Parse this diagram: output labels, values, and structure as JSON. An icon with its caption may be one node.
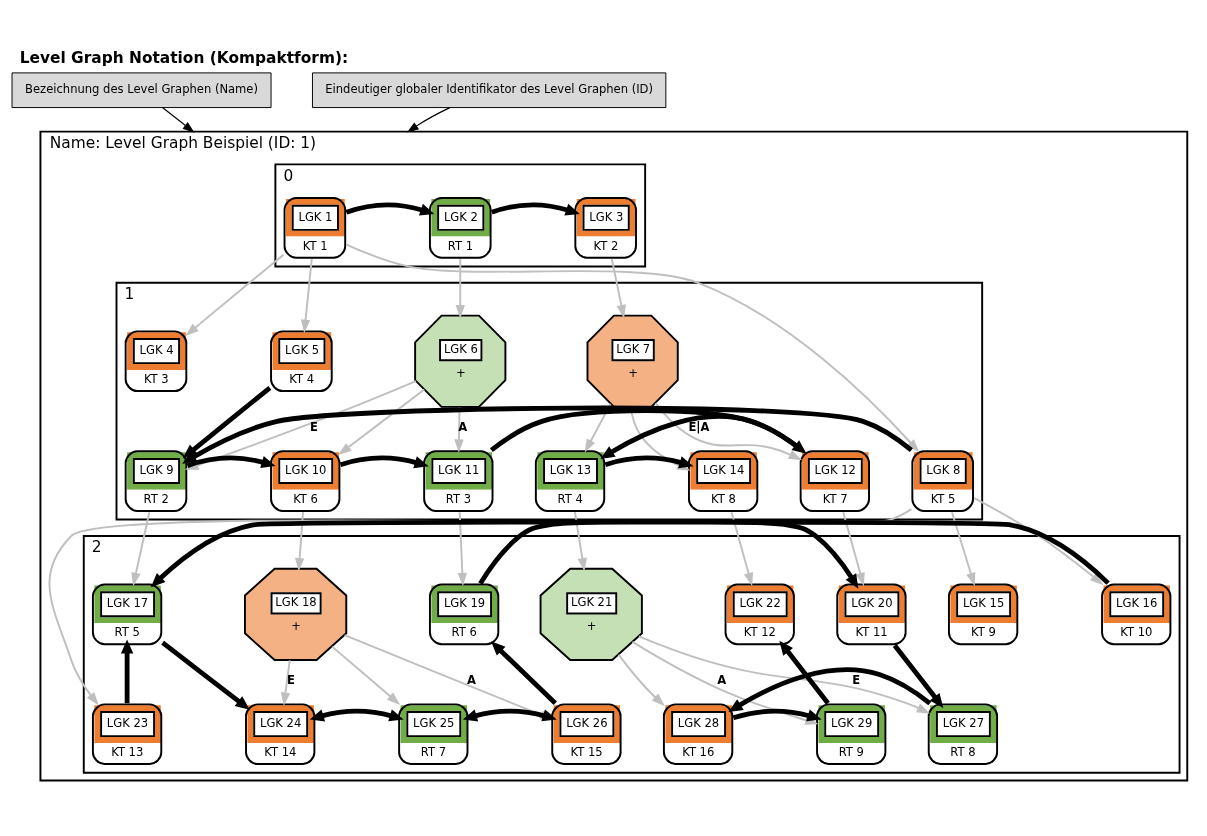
{
  "diagram": {
    "title": "Level Graph Notation (Kompaktform):",
    "nodes": [
      {
        "text": [
          "Bezeichnung des Level Graphen (Name)"
        ]
      },
      {
        "text": [
          "Eindeutiger globaler Identifikator des Level Graphen (ID)"
        ]
      },
      {
        "text": [
          "Name: Level Graph Beispiel (ID: 1)"
        ]
      },
      {
        "text": [
          "0"
        ],
        "in": 2
      },
      {
        "text": [
          "1"
        ],
        "in": 2
      },
      {
        "text": [
          "2"
        ],
        "in": 2
      },
      {
        "text": [
          "LGK 1",
          "KT 1"
        ],
        "in": 3
      },
      {
        "text": [
          "LGK 2",
          "RT 1"
        ],
        "in": 3
      },
      {
        "text": [
          "LGK 3",
          "KT 2"
        ],
        "in": 3
      },
      {
        "text": [
          "LGK 4",
          "KT 3"
        ],
        "in": 4
      },
      {
        "text": [
          "LGK 5",
          "KT 4"
        ],
        "in": 4
      },
      {
        "text": [
          "LGK 6",
          "+"
        ],
        "in": 4
      },
      {
        "text": [
          "LGK 7",
          "+"
        ],
        "in": 4
      },
      {
        "text": [
          "LGK 8",
          "KT 5"
        ],
        "in": 4
      },
      {
        "text": [
          "LGK 9",
          "RT 2"
        ],
        "in": 4
      },
      {
        "text": [
          "LGK 10",
          "KT 6"
        ],
        "in": 4
      },
      {
        "text": [
          "LGK 11",
          "RT 3"
        ],
        "in": 4
      },
      {
        "text": [
          "LGK 12",
          "KT 7"
        ],
        "in": 4
      },
      {
        "text": [
          "LGK 13",
          "RT 4"
        ],
        "in": 4
      },
      {
        "text": [
          "LGK 14",
          "KT 8"
        ],
        "in": 4
      },
      {
        "text": [
          "LGK 15",
          "KT 9"
        ],
        "in": 5
      },
      {
        "text": [
          "LGK 16",
          "KT 10"
        ],
        "in": 5
      },
      {
        "text": [
          "LGK 17",
          "RT 5"
        ],
        "in": 5
      },
      {
        "text": [
          "LGK 18",
          "+"
        ],
        "in": 5
      },
      {
        "text": [
          "LGK 19",
          "RT 6"
        ],
        "in": 5
      },
      {
        "text": [
          "LGK 20",
          "KT 11"
        ],
        "in": 5
      },
      {
        "text": [
          "LGK 21",
          "+"
        ],
        "in": 5
      },
      {
        "text": [
          "LGK 22",
          "KT 12"
        ],
        "in": 5
      },
      {
        "text": [
          "LGK 23",
          "KT 13"
        ],
        "in": 5
      },
      {
        "text": [
          "LGK 24",
          "KT 14"
        ],
        "in": 5
      },
      {
        "text": [
          "LGK 25",
          "RT 7"
        ],
        "in": 5
      },
      {
        "text": [
          "LGK 26",
          "KT 15"
        ],
        "in": 5
      },
      {
        "text": [
          "LGK 27",
          "RT 8"
        ],
        "in": 5
      },
      {
        "text": [
          "LGK 28",
          "KT 16"
        ],
        "in": 5
      },
      {
        "text": [
          "LGK 29",
          "RT 9"
        ],
        "in": 5
      }
    ],
    "edges": [
      {
        "from": 0,
        "to": 2,
        "arrow": "to",
        "color": "#000000"
      },
      {
        "from": 1,
        "to": 2,
        "arrow": "to",
        "color": "#000000"
      },
      {
        "from": 6,
        "to": 7,
        "arrow": "to",
        "style": "thick",
        "color": "#000000"
      },
      {
        "from": 7,
        "to": 8,
        "arrow": "to",
        "style": "thick",
        "color": "#000000"
      },
      {
        "from": 6,
        "to": 9,
        "arrow": "to"
      },
      {
        "from": 6,
        "to": 13,
        "arrow": "to"
      },
      {
        "from": 6,
        "to": 10,
        "arrow": "to"
      },
      {
        "from": 7,
        "to": 11,
        "arrow": "to"
      },
      {
        "from": 8,
        "to": 12,
        "arrow": "to"
      },
      {
        "from": 10,
        "to": 14,
        "arrow": "to",
        "style": "thick",
        "color": "#000000"
      },
      {
        "from": 11,
        "to": 14,
        "arrow": "to",
        "label": "E"
      },
      {
        "from": 11,
        "to": 15,
        "arrow": "to"
      },
      {
        "from": 11,
        "to": 16,
        "arrow": "to",
        "label": "A"
      },
      {
        "from": 12,
        "to": 17,
        "arrow": "to",
        "label": "E|A"
      },
      {
        "from": 12,
        "to": 18,
        "arrow": "to"
      },
      {
        "from": 12,
        "to": 19,
        "arrow": "to"
      },
      {
        "from": 13,
        "to": 14,
        "arrow": "to",
        "style": "thick",
        "color": "#000000"
      },
      {
        "from": 14,
        "to": 15,
        "arrow": "to",
        "style": "thick",
        "color": "#000000"
      },
      {
        "from": 15,
        "to": 16,
        "arrow": "to",
        "style": "thick",
        "color": "#000000"
      },
      {
        "from": 16,
        "to": 17,
        "arrow": "to",
        "style": "thick",
        "color": "#000000"
      },
      {
        "from": 17,
        "to": 18,
        "arrow": "to",
        "style": "thick",
        "color": "#000000"
      },
      {
        "from": 18,
        "to": 19,
        "arrow": "to",
        "style": "thick",
        "color": "#000000"
      },
      {
        "from": 13,
        "to": 20,
        "arrow": "to"
      },
      {
        "from": 13,
        "to": 28,
        "arrow": "to"
      },
      {
        "from": 13,
        "to": 21,
        "arrow": "to"
      },
      {
        "from": 14,
        "to": 22,
        "arrow": "to"
      },
      {
        "from": 15,
        "to": 23,
        "arrow": "to"
      },
      {
        "from": 16,
        "to": 24,
        "arrow": "to"
      },
      {
        "from": 17,
        "to": 25,
        "arrow": "to"
      },
      {
        "from": 18,
        "to": 26,
        "arrow": "to"
      },
      {
        "from": 19,
        "to": 27,
        "arrow": "to"
      },
      {
        "from": 21,
        "to": 22,
        "arrow": "to",
        "style": "thick",
        "color": "#000000"
      },
      {
        "from": 28,
        "to": 22,
        "arrow": "to",
        "style": "thick",
        "color": "#000000"
      },
      {
        "from": 22,
        "to": 29,
        "arrow": "to",
        "style": "thick",
        "color": "#000000"
      },
      {
        "from": 23,
        "to": 29,
        "arrow": "to",
        "label": "E"
      },
      {
        "from": 23,
        "to": 30,
        "arrow": "to"
      },
      {
        "from": 23,
        "to": 31,
        "arrow": "to",
        "label": "A"
      },
      {
        "from": 29,
        "to": 30,
        "arrow": "both",
        "style": "thick",
        "color": "#000000"
      },
      {
        "from": 30,
        "to": 31,
        "arrow": "both",
        "style": "thick",
        "color": "#000000"
      },
      {
        "from": 31,
        "to": 24,
        "arrow": "to",
        "style": "thick",
        "color": "#000000"
      },
      {
        "from": 24,
        "to": 25,
        "arrow": "to",
        "style": "thick",
        "color": "#000000"
      },
      {
        "from": 25,
        "to": 32,
        "arrow": "to",
        "style": "thick",
        "color": "#000000"
      },
      {
        "from": 26,
        "to": 32,
        "arrow": "to",
        "label": "E"
      },
      {
        "from": 26,
        "to": 33,
        "arrow": "to"
      },
      {
        "from": 26,
        "to": 34,
        "arrow": "to",
        "label": "A"
      },
      {
        "from": 32,
        "to": 33,
        "arrow": "to",
        "style": "thick",
        "color": "#000000"
      },
      {
        "from": 33,
        "to": 34,
        "arrow": "to",
        "style": "thick",
        "color": "#000000"
      },
      {
        "from": 34,
        "to": 27,
        "arrow": "to",
        "style": "thick",
        "color": "#000000"
      }
    ]
  }
}
